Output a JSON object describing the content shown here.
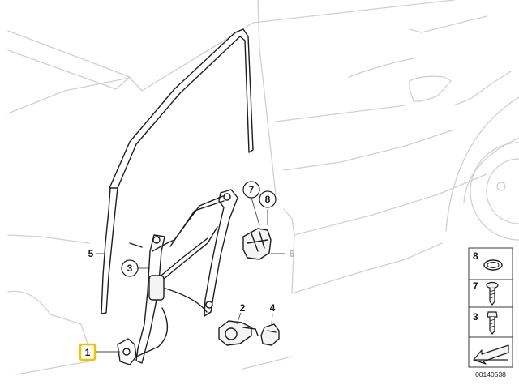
{
  "callouts": {
    "c1": "1",
    "c2": "2",
    "c3": "3",
    "c4": "4",
    "c5": "5",
    "c6": "6",
    "c7": "7",
    "c8": "8"
  },
  "legend": {
    "items": [
      {
        "number": "8",
        "icon": "o-ring-icon"
      },
      {
        "number": "7",
        "icon": "screw-icon"
      },
      {
        "number": "3",
        "icon": "bolt-icon"
      }
    ],
    "arrow_icon": "orientation-arrow-icon"
  },
  "doc_id": "00140538",
  "colors": {
    "highlight": "#f2c200",
    "outline": "#d0d0d0",
    "parts": "#1e1e1e"
  }
}
